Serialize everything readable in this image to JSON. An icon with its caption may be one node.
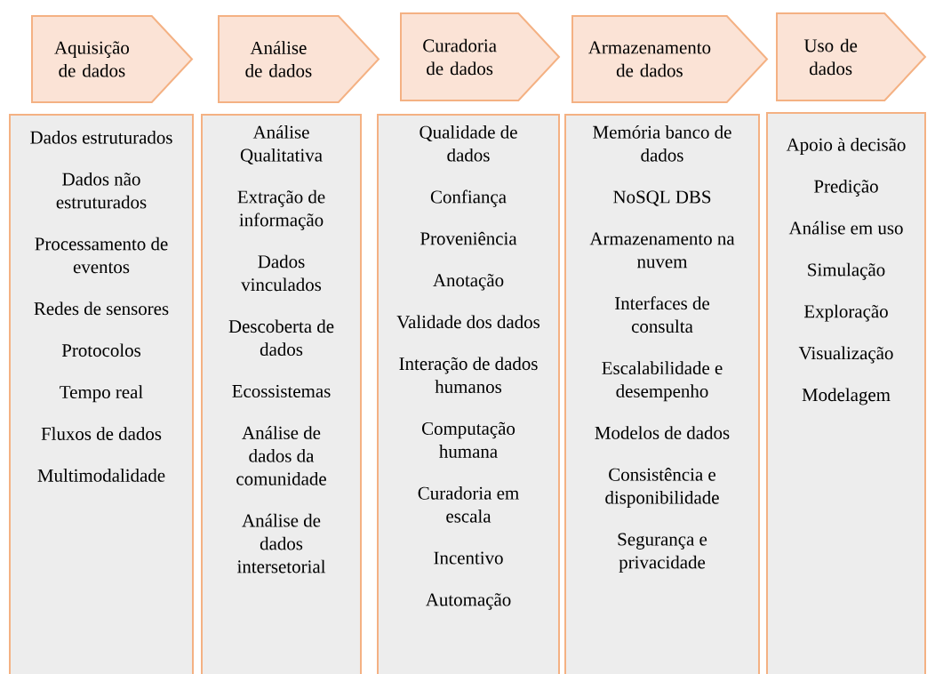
{
  "diagram": {
    "nodes": [
      {
        "text": [
          "Aquisição de dados"
        ]
      },
      {
        "text": [
          "Análise de dados"
        ]
      },
      {
        "text": [
          "Curadoria de dados"
        ]
      },
      {
        "text": [
          "Armazenamento de dados"
        ]
      },
      {
        "text": [
          "Uso de dados"
        ]
      },
      {
        "text": [
          "Dados estruturados",
          "Dados não estruturados",
          "Processamento de eventos",
          "Redes de sensores",
          "Protocolos",
          "Tempo real",
          "Fluxos de dados",
          "Multimodalidade"
        ]
      },
      {
        "text": [
          "Análise Qualitativa",
          "Extração de informação",
          "Dados vinculados",
          "Descoberta de dados",
          "Ecossistemas",
          "Análise de dados da comunidade",
          "Análise de dados intersetorial"
        ]
      },
      {
        "text": [
          "Qualidade de dados",
          "Confiança",
          "Proveniência",
          "Anotação",
          "Validade dos dados",
          "Interação de dados humanos",
          "Computação humana",
          "Curadoria em escala",
          "Incentivo",
          "Automação"
        ]
      },
      {
        "text": [
          "Memória banco de dados",
          "NoSQL DBS",
          "Armazenamento na nuvem",
          "Interfaces de consulta",
          "Escalabilidade e desempenho",
          "Modelos de dados",
          "Consistência e disponibilidade",
          "Segurança e privacidade"
        ]
      },
      {
        "text": [
          "Apoio à decisão",
          "Predição",
          "Análise em uso",
          "Simulação",
          "Exploração",
          "Visualização",
          "Modelagem"
        ]
      }
    ]
  }
}
